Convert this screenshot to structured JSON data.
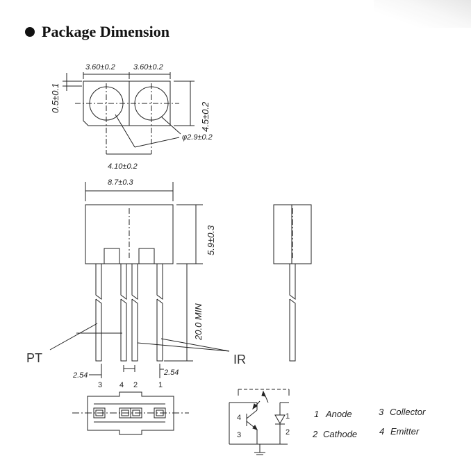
{
  "heading": "Package Dimension",
  "dimensions": {
    "width_left": "3.60±0.2",
    "width_right": "3.60±0.2",
    "offset_top": "0.5±0.1",
    "height_top": "4.5±0.2",
    "lens_diameter": "φ2.9±0.2",
    "lens_pitch": "4.10±0.2",
    "body_width": "8.7±0.3",
    "body_height": "5.9±0.3",
    "lead_length": "20.0 MIN",
    "pitch_left": "2.54",
    "pitch_right": "2.54"
  },
  "labels": {
    "pt": "PT",
    "ir": "IR"
  },
  "pins_top": [
    "3",
    "4",
    "2",
    "1"
  ],
  "schematic_pins": {
    "p4": "4",
    "p3": "3",
    "p1": "1",
    "p2": "2"
  },
  "legend": [
    {
      "num": "1",
      "name": "Anode"
    },
    {
      "num": "3",
      "name": "Collector"
    },
    {
      "num": "2",
      "name": "Cathode"
    },
    {
      "num": "4",
      "name": "Emitter"
    }
  ]
}
